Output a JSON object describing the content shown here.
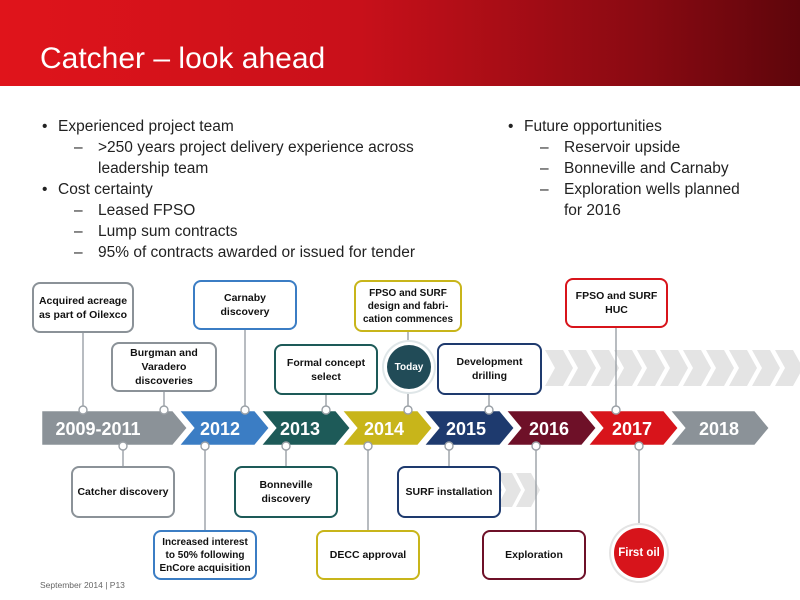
{
  "slide": {
    "title": "Catcher – look ahead",
    "footer": "September 2014 | P13"
  },
  "bullets_left": [
    {
      "text": "Experienced project team",
      "marker": "•"
    },
    {
      "text": ">250 years project delivery experience across",
      "marker": "–"
    },
    {
      "text": "leadership team",
      "marker": ""
    },
    {
      "text": "Cost certainty",
      "marker": "•"
    },
    {
      "text": "Leased FPSO",
      "marker": "–"
    },
    {
      "text": "Lump sum contracts",
      "marker": "–"
    },
    {
      "text": "95% of contracts awarded or issued for tender",
      "marker": "–"
    }
  ],
  "bullets_right": [
    {
      "text": "Future opportunities",
      "marker": "•"
    },
    {
      "text": "Reservoir upside",
      "marker": "–"
    },
    {
      "text": "Bonneville and Carnaby",
      "marker": "–"
    },
    {
      "text": "Exploration wells planned",
      "marker": "–"
    },
    {
      "text": "for 2016",
      "marker": ""
    }
  ],
  "timeline": {
    "years": [
      {
        "label": "2009-2011",
        "color": "#8b9298"
      },
      {
        "label": "2012",
        "color": "#3b7dc4"
      },
      {
        "label": "2013",
        "color": "#1d5a58"
      },
      {
        "label": "2014",
        "color": "#c8b51a"
      },
      {
        "label": "2015",
        "color": "#1e3a6e"
      },
      {
        "label": "2016",
        "color": "#6e1028"
      },
      {
        "label": "2017",
        "color": "#d8141b"
      },
      {
        "label": "2018",
        "color": "#8b9298"
      }
    ],
    "events": {
      "acreage": "Acquired acreage as part of Oilexco",
      "burgman": "Burgman and Varadero discoveries",
      "carnaby": "Carnaby discovery",
      "concept": "Formal concept select",
      "fpso_design": "FPSO and SURF design and fabri-cation commences",
      "today": "Today",
      "drilling": "Development drilling",
      "huc": "FPSO and SURF HUC",
      "catcher": "Catcher discovery",
      "interest": "Increased interest to 50% following EnCore acquisition",
      "bonneville": "Bonneville discovery",
      "decc": "DECC approval",
      "surf": "SURF installation",
      "exploration": "Exploration",
      "first_oil": "First oil"
    }
  }
}
